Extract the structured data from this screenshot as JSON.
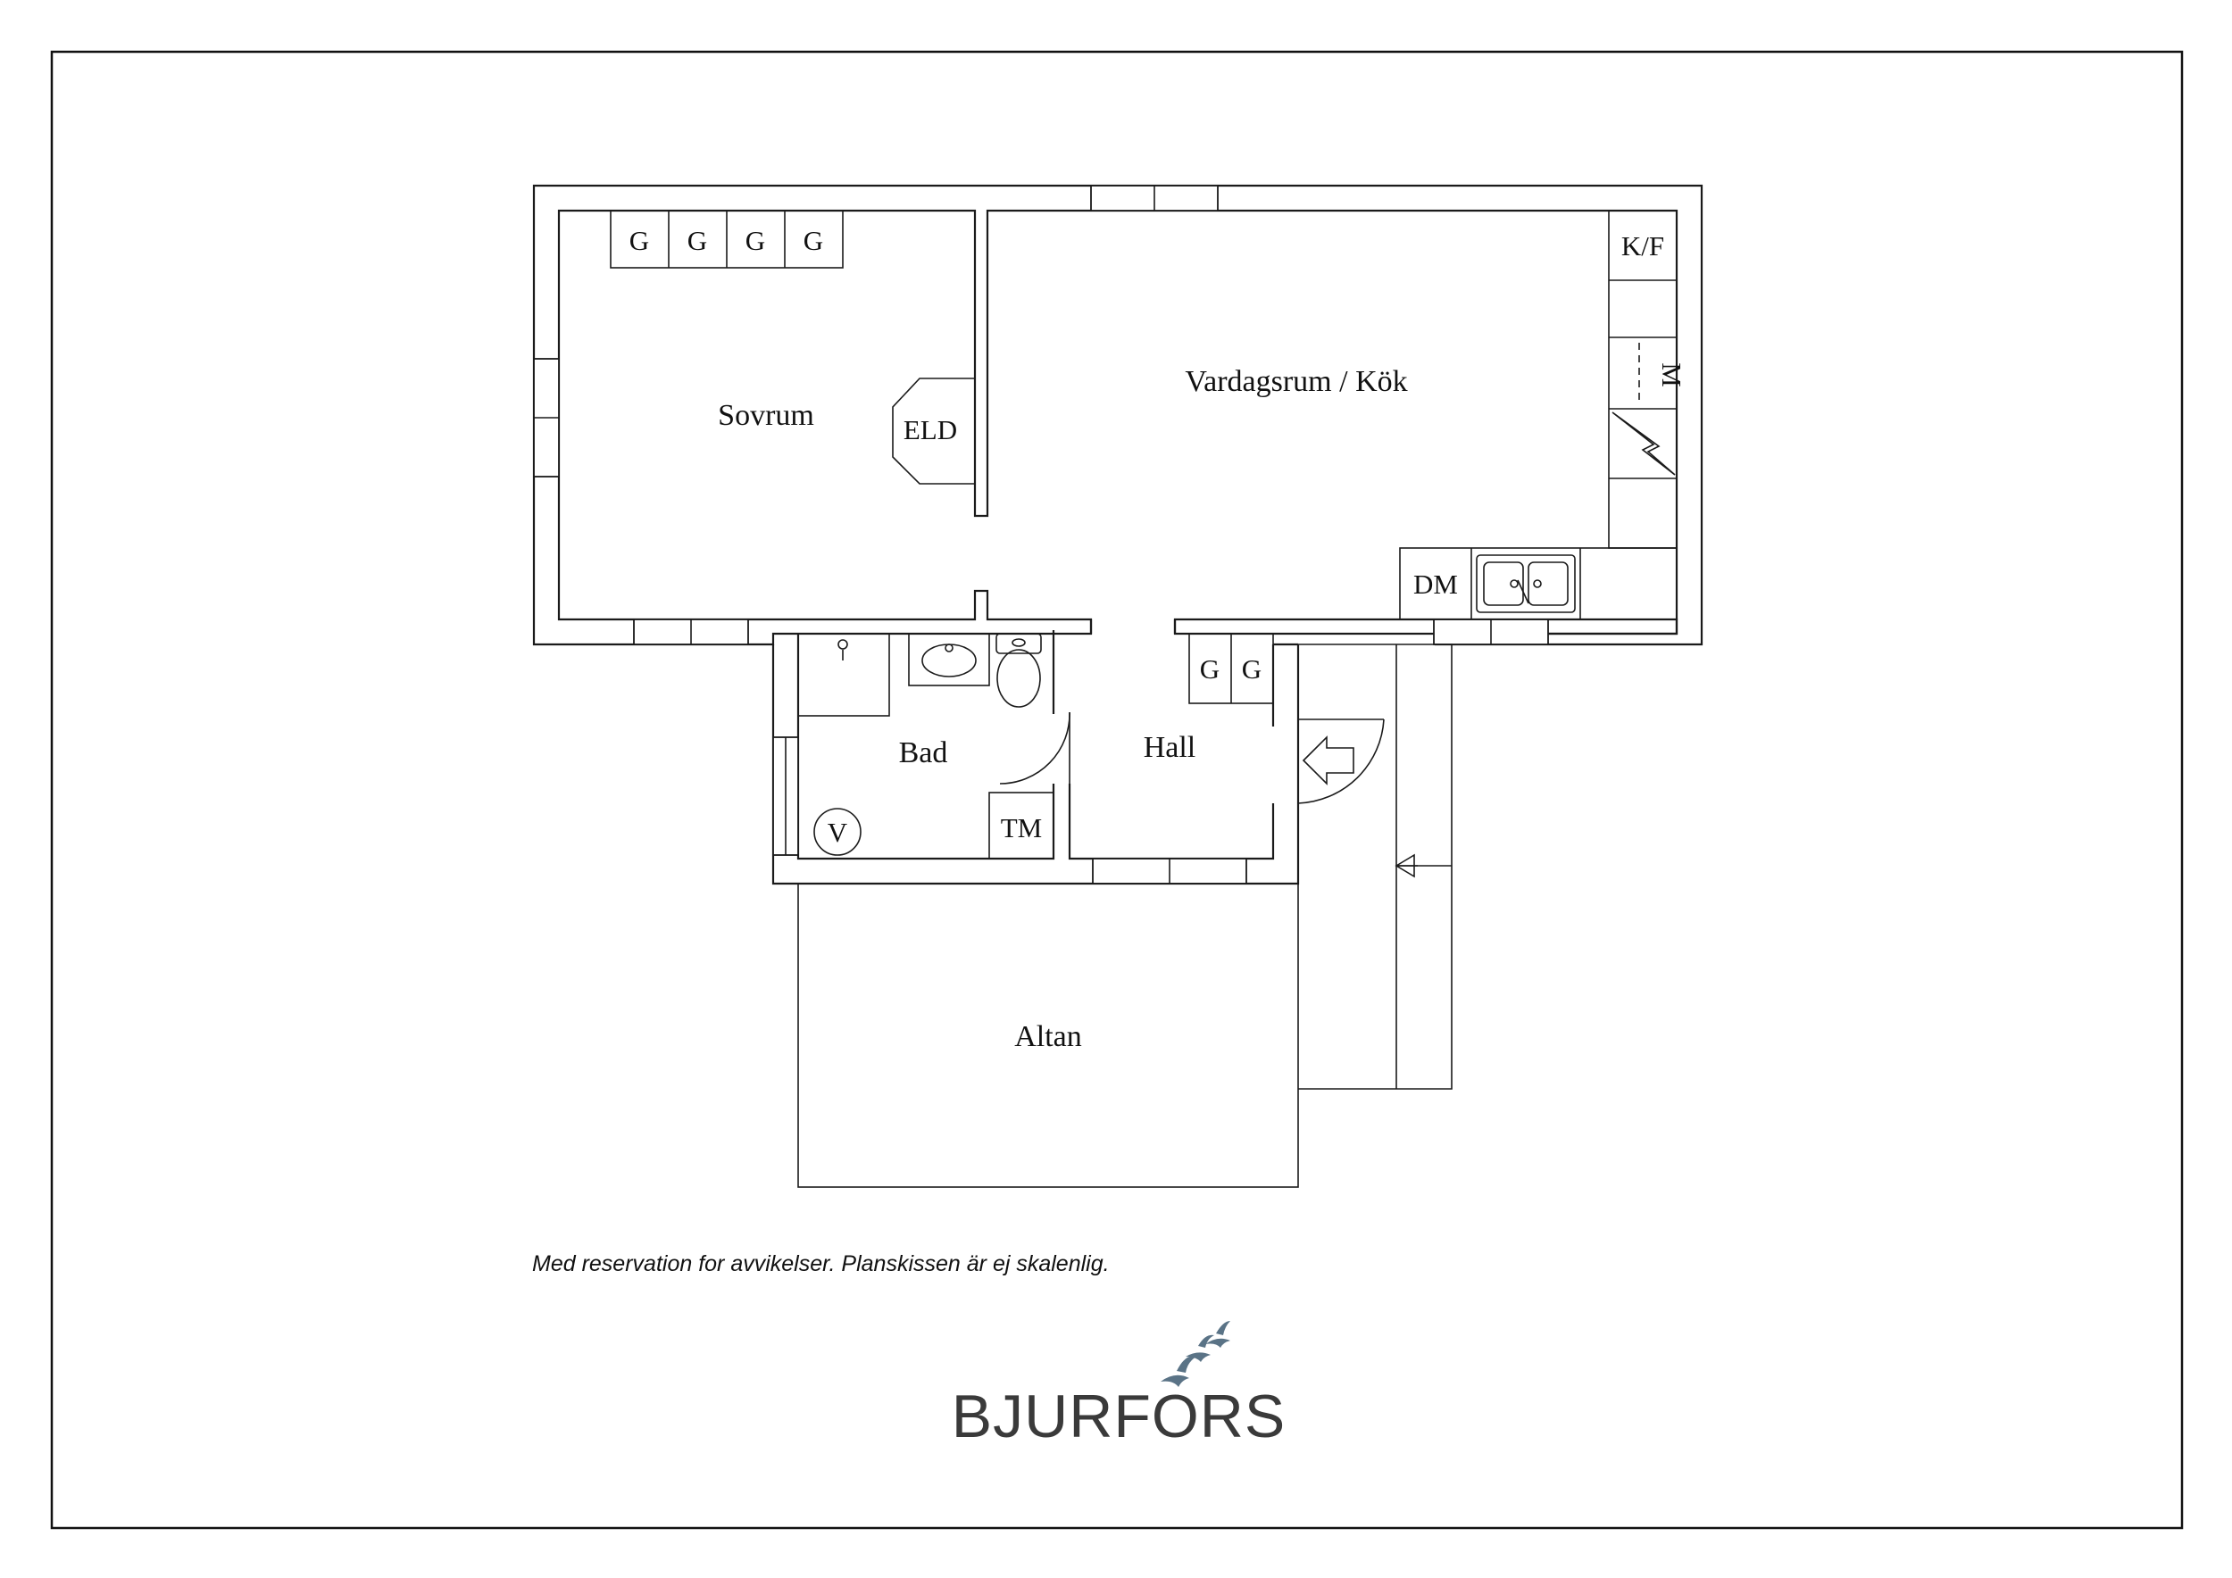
{
  "rooms": {
    "sovrum": "Sovrum",
    "vardagsrum": "Vardagsrum / Kök",
    "bad": "Bad",
    "hall": "Hall",
    "altan": "Altan"
  },
  "fixtures": {
    "wardrobe": "G",
    "fireplace": "ELD",
    "fridge_freezer": "K/F",
    "microwave": "M",
    "dishwasher": "DM",
    "washing_machine": "TM",
    "water_heater": "V"
  },
  "disclaimer": "Med reservation for avvikelser. Planskissen är ej skalenlig.",
  "logo": {
    "text": "BJURFORS",
    "bird_color": "#5a7386"
  }
}
